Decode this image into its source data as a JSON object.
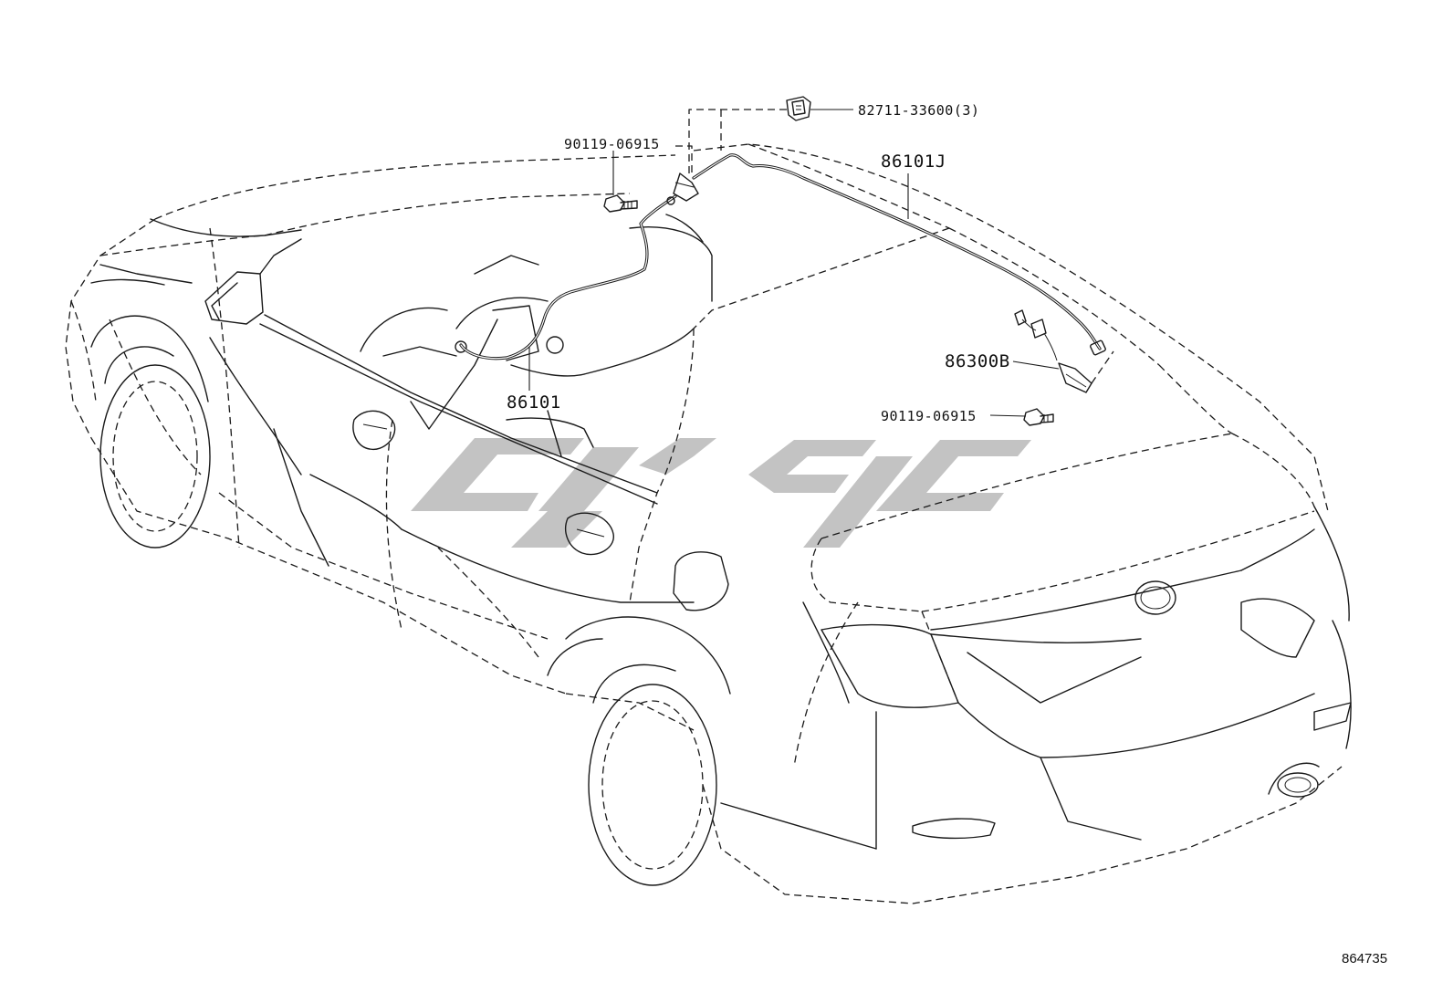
{
  "callouts": {
    "clamp": "82711-33600(3)",
    "bolt_upper": "90119-06915",
    "antenna_cord_rear": "86101J",
    "antenna_cord_front": "86101",
    "antenna_assy": "86300B",
    "bolt_lower": "90119-06915"
  },
  "figure_number": "864735"
}
